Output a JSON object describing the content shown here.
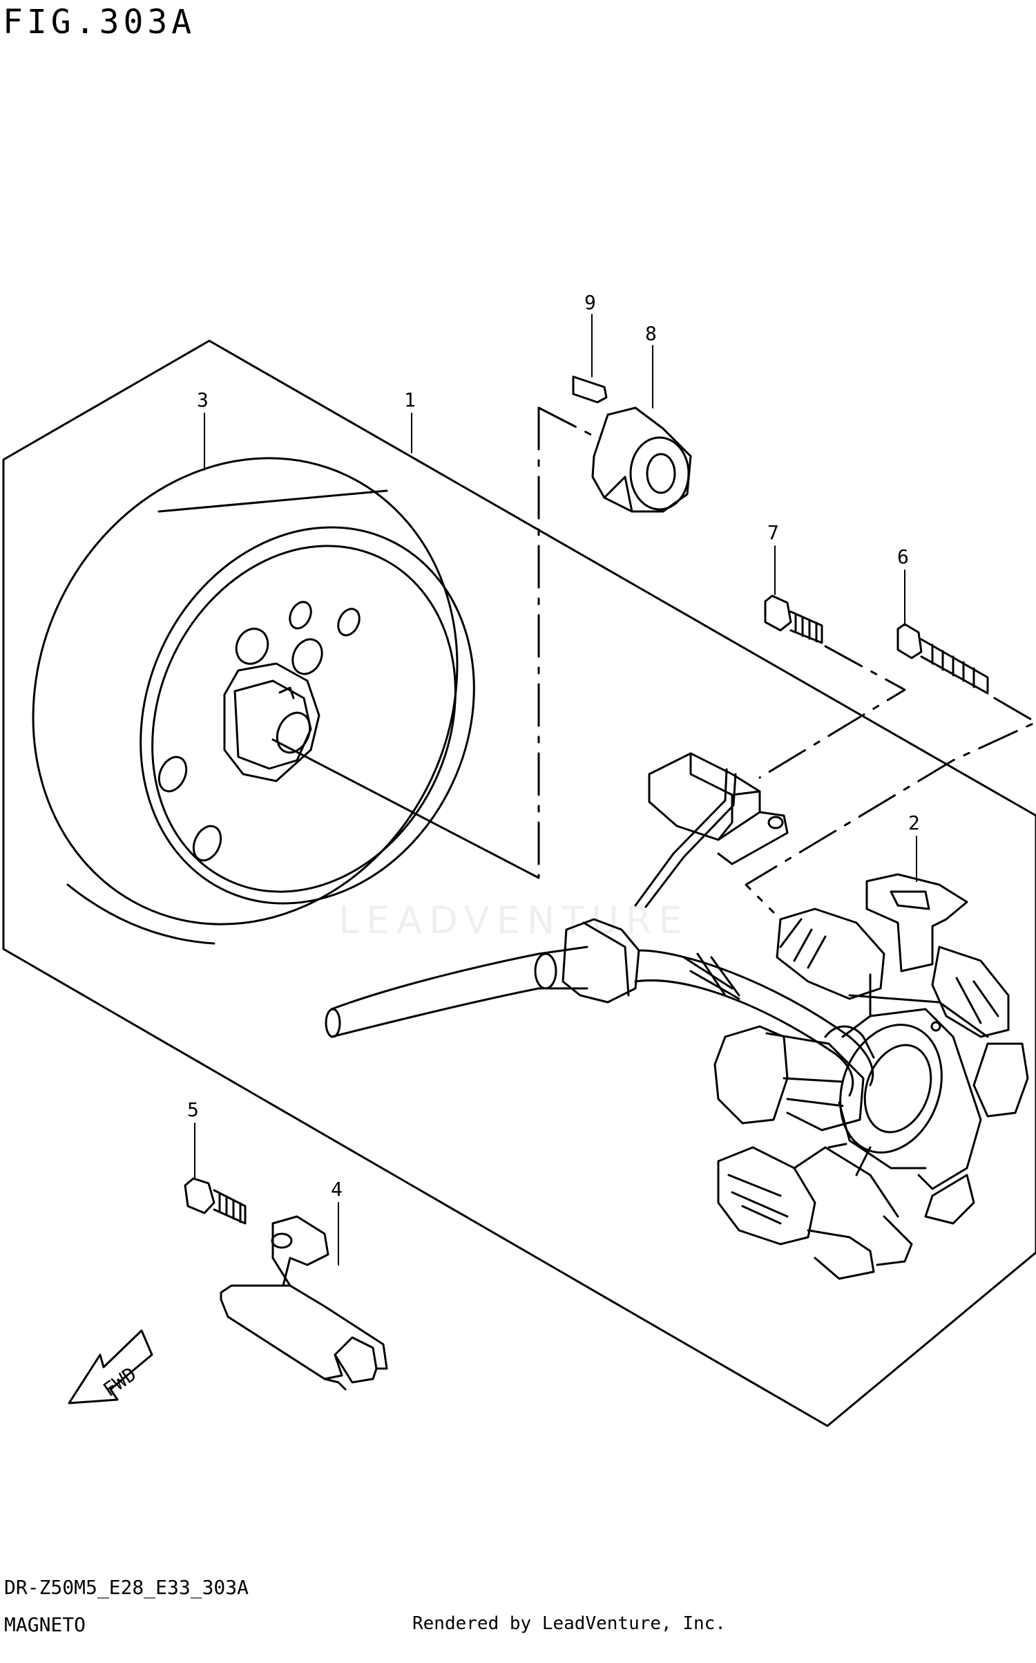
{
  "figure": {
    "title": "FIG.303A",
    "code": "DR-Z50M5_E28_E33_303A",
    "section": "MAGNETO"
  },
  "credit": "Rendered by LeadVenture, Inc.",
  "watermark": "LEADVENTURE",
  "fwd_label": "FWD",
  "callouts": [
    "1",
    "2",
    "3",
    "4",
    "5",
    "6",
    "7",
    "8",
    "9"
  ]
}
